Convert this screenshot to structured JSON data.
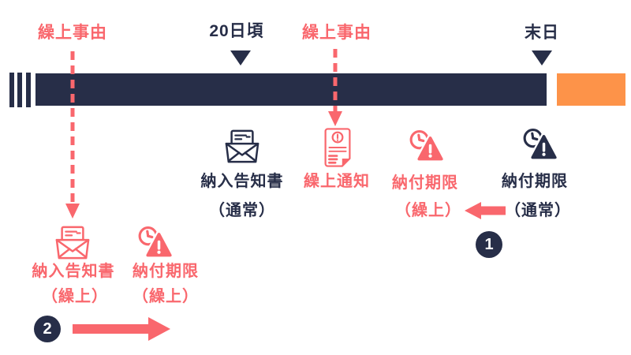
{
  "palette": {
    "navy": "#272e48",
    "red": "#f9676d",
    "orange": "#fd9349",
    "background": "#ffffff",
    "badge_text": "#ffffff"
  },
  "top_markers": [
    {
      "label": "繰上事由"
    },
    {
      "label": "20日頃"
    },
    {
      "label": "繰上事由"
    },
    {
      "label": "末日"
    }
  ],
  "mid_events": [
    {
      "title": "納入告知書",
      "subtitle": "（通常）"
    },
    {
      "title": "繰上通知",
      "subtitle": ""
    },
    {
      "title": "納付期限",
      "subtitle": "（繰上）"
    },
    {
      "title": "納付期限",
      "subtitle": "（通常）"
    }
  ],
  "bottom_events": [
    {
      "title": "納入告知書",
      "subtitle": "（繰上）"
    },
    {
      "title": "納付期限",
      "subtitle": "（繰上）"
    }
  ],
  "badges": [
    {
      "number": "1"
    },
    {
      "number": "2"
    }
  ],
  "icons": [
    "envelope-icon",
    "document-alert-icon",
    "clock-warning-icon",
    "triangle-marker-icon",
    "dashed-down-arrow-icon",
    "left-arrow-icon",
    "right-arrow-icon"
  ]
}
